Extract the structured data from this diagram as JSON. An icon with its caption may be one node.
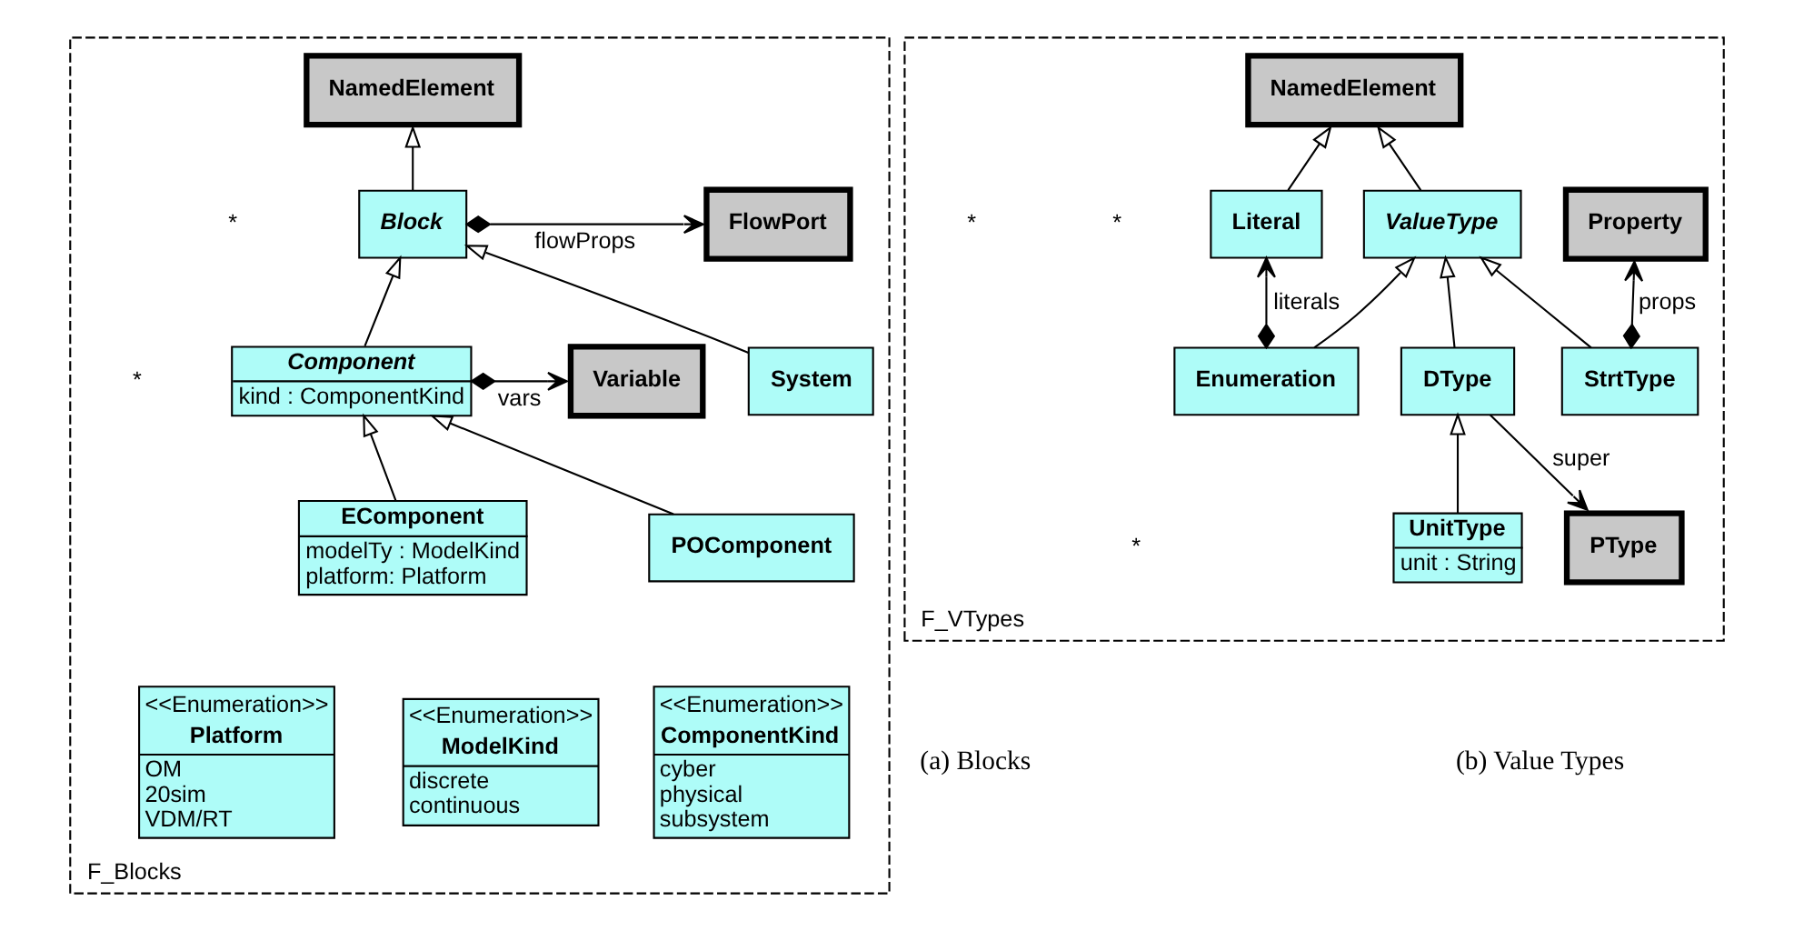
{
  "diagram": {
    "nodes": [
      {
        "text": [
          "F_Blocks"
        ]
      },
      {
        "text": [
          "NamedElement"
        ],
        "in": 0
      },
      {
        "text": [
          "FlowPort"
        ],
        "in": 0
      },
      {
        "text": [
          "Block"
        ],
        "in": 0
      },
      {
        "text": [
          "<<Enumeration>>",
          "ComponentKind",
          "cyber",
          "physical",
          "subsystem"
        ],
        "in": 0
      },
      {
        "text": [
          "<<Enumeration>>",
          "ModelKind",
          "discrete",
          "continuous"
        ],
        "in": 0
      },
      {
        "text": [
          "System"
        ],
        "in": 0
      },
      {
        "text": [
          "Component",
          "kind : ComponentKind"
        ],
        "in": 0
      },
      {
        "text": [
          "Variable"
        ],
        "in": 0
      },
      {
        "text": [
          "<<Enumeration>>",
          "Platform",
          "OM",
          "20sim",
          "VDM/RT"
        ],
        "in": 0
      },
      {
        "text": [
          "EComponent",
          "modelTy : ModelKind",
          "platform: Platform"
        ],
        "in": 0
      },
      {
        "text": [
          "POComponent"
        ],
        "in": 0
      },
      {
        "text": [
          "F_VTypes"
        ]
      },
      {
        "text": [
          "NamedElement"
        ],
        "in": 12
      },
      {
        "text": [
          "Property"
        ],
        "in": 12
      },
      {
        "text": [
          "Literal"
        ],
        "in": 12
      },
      {
        "text": [
          "ValueType"
        ],
        "in": 12
      },
      {
        "text": [
          "Enumeration"
        ],
        "in": 12
      },
      {
        "text": [
          "DType"
        ],
        "in": 12
      },
      {
        "text": [
          "StrtType"
        ],
        "in": 12
      },
      {
        "text": [
          "UnitType",
          "unit : String"
        ],
        "in": 12
      },
      {
        "text": [
          "PType"
        ],
        "in": 12
      }
    ],
    "edges": [
      {
        "from": 3,
        "to": 1,
        "arrow": "to"
      },
      {
        "from": 3,
        "to": 2,
        "arrow": "to",
        "label": "flowProps"
      },
      {
        "from": 6,
        "to": 3,
        "arrow": "to"
      },
      {
        "from": 7,
        "to": 3,
        "arrow": "to"
      },
      {
        "from": 7,
        "to": 8,
        "arrow": "to",
        "label": "vars"
      },
      {
        "from": 10,
        "to": 7,
        "arrow": "to"
      },
      {
        "from": 11,
        "to": 7,
        "arrow": "to"
      },
      {
        "from": 15,
        "to": 13,
        "arrow": "to"
      },
      {
        "from": 16,
        "to": 13,
        "arrow": "to"
      },
      {
        "from": 17,
        "to": 15,
        "arrow": "to",
        "label": "literals"
      },
      {
        "from": 17,
        "to": 16,
        "arrow": "to"
      },
      {
        "from": 18,
        "to": 16,
        "arrow": "to"
      },
      {
        "from": 19,
        "to": 16,
        "arrow": "to"
      },
      {
        "from": 19,
        "to": 14,
        "arrow": "to",
        "label": "props"
      },
      {
        "from": 20,
        "to": 18,
        "arrow": "to"
      },
      {
        "from": 18,
        "to": 21,
        "arrow": "to",
        "label": "super"
      }
    ],
    "labels": [
      "*",
      "*",
      "*",
      "*",
      "*",
      "(a) Blocks",
      "(b) Value Types"
    ]
  }
}
